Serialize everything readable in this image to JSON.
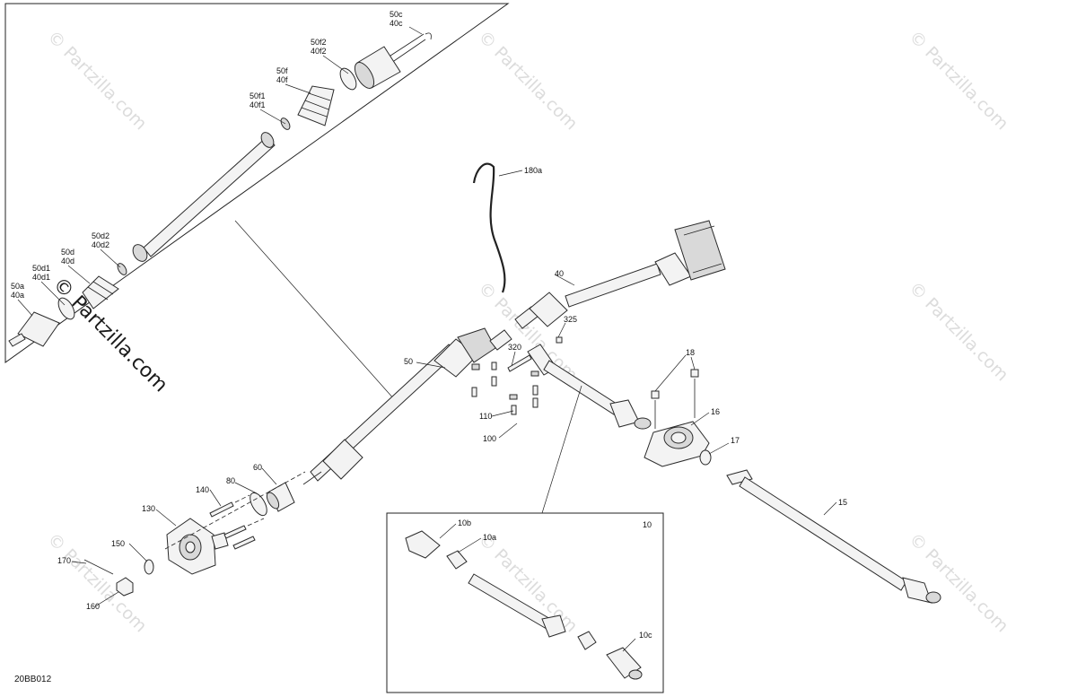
{
  "diagram_code": "20BB012",
  "watermark": {
    "small": "© Partzilla.com",
    "large": "© Partzilla.com"
  },
  "callouts": {
    "c50c": "50c",
    "c40c": "40c",
    "c50f2": "50f2",
    "c40f2": "40f2",
    "c50f": "50f",
    "c40f": "40f",
    "c50f1": "50f1",
    "c40f1": "40f1",
    "c50d2": "50d2",
    "c40d2": "40d2",
    "c50d": "50d",
    "c40d": "40d",
    "c50d1": "50d1",
    "c40d1": "40d1",
    "c50a": "50a",
    "c40a": "40a",
    "c180a": "180a",
    "c40": "40",
    "c325": "325",
    "c320": "320",
    "c50": "50",
    "c18": "18",
    "c16": "16",
    "c17": "17",
    "c110": "110",
    "c100": "100",
    "c15": "15",
    "c140": "140",
    "c80": "80",
    "c60": "60",
    "c130": "130",
    "c150": "150",
    "c170": "170",
    "c160": "160",
    "c10": "10",
    "c10b": "10b",
    "c10a": "10a",
    "c10c": "10c"
  }
}
